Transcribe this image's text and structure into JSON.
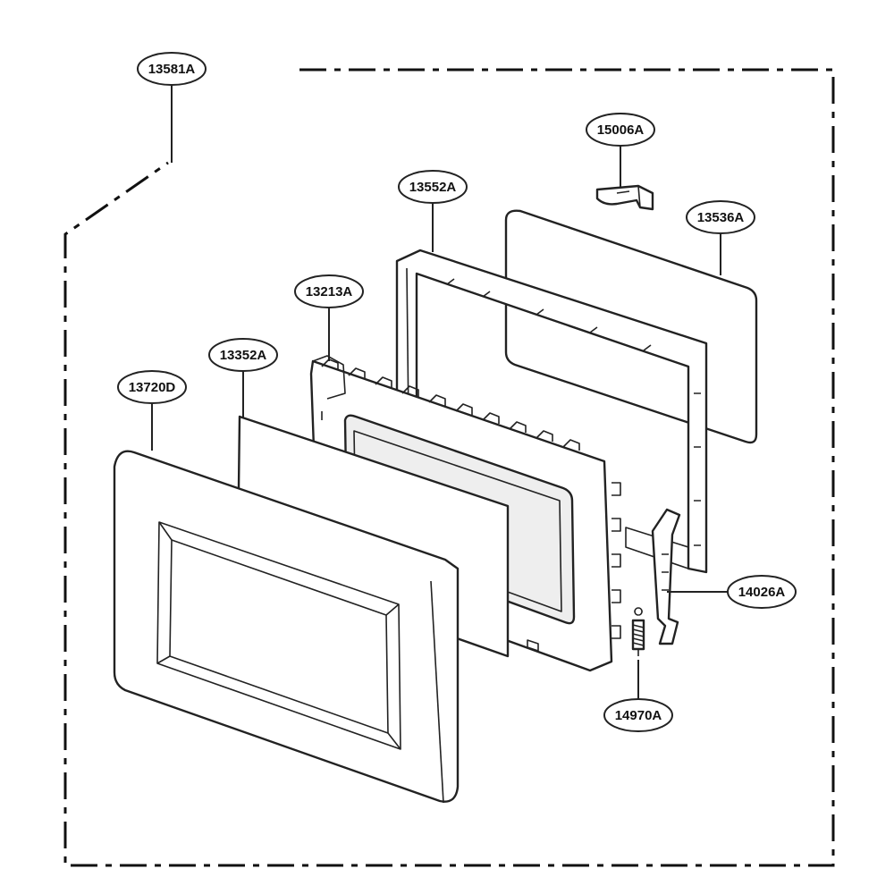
{
  "callouts": {
    "c1": "13581A",
    "c2": "15006A",
    "c3": "13552A",
    "c4": "13536A",
    "c5": "13213A",
    "c6": "13352A",
    "c7": "13720D",
    "c8": "14026A",
    "c9": "14970A"
  }
}
